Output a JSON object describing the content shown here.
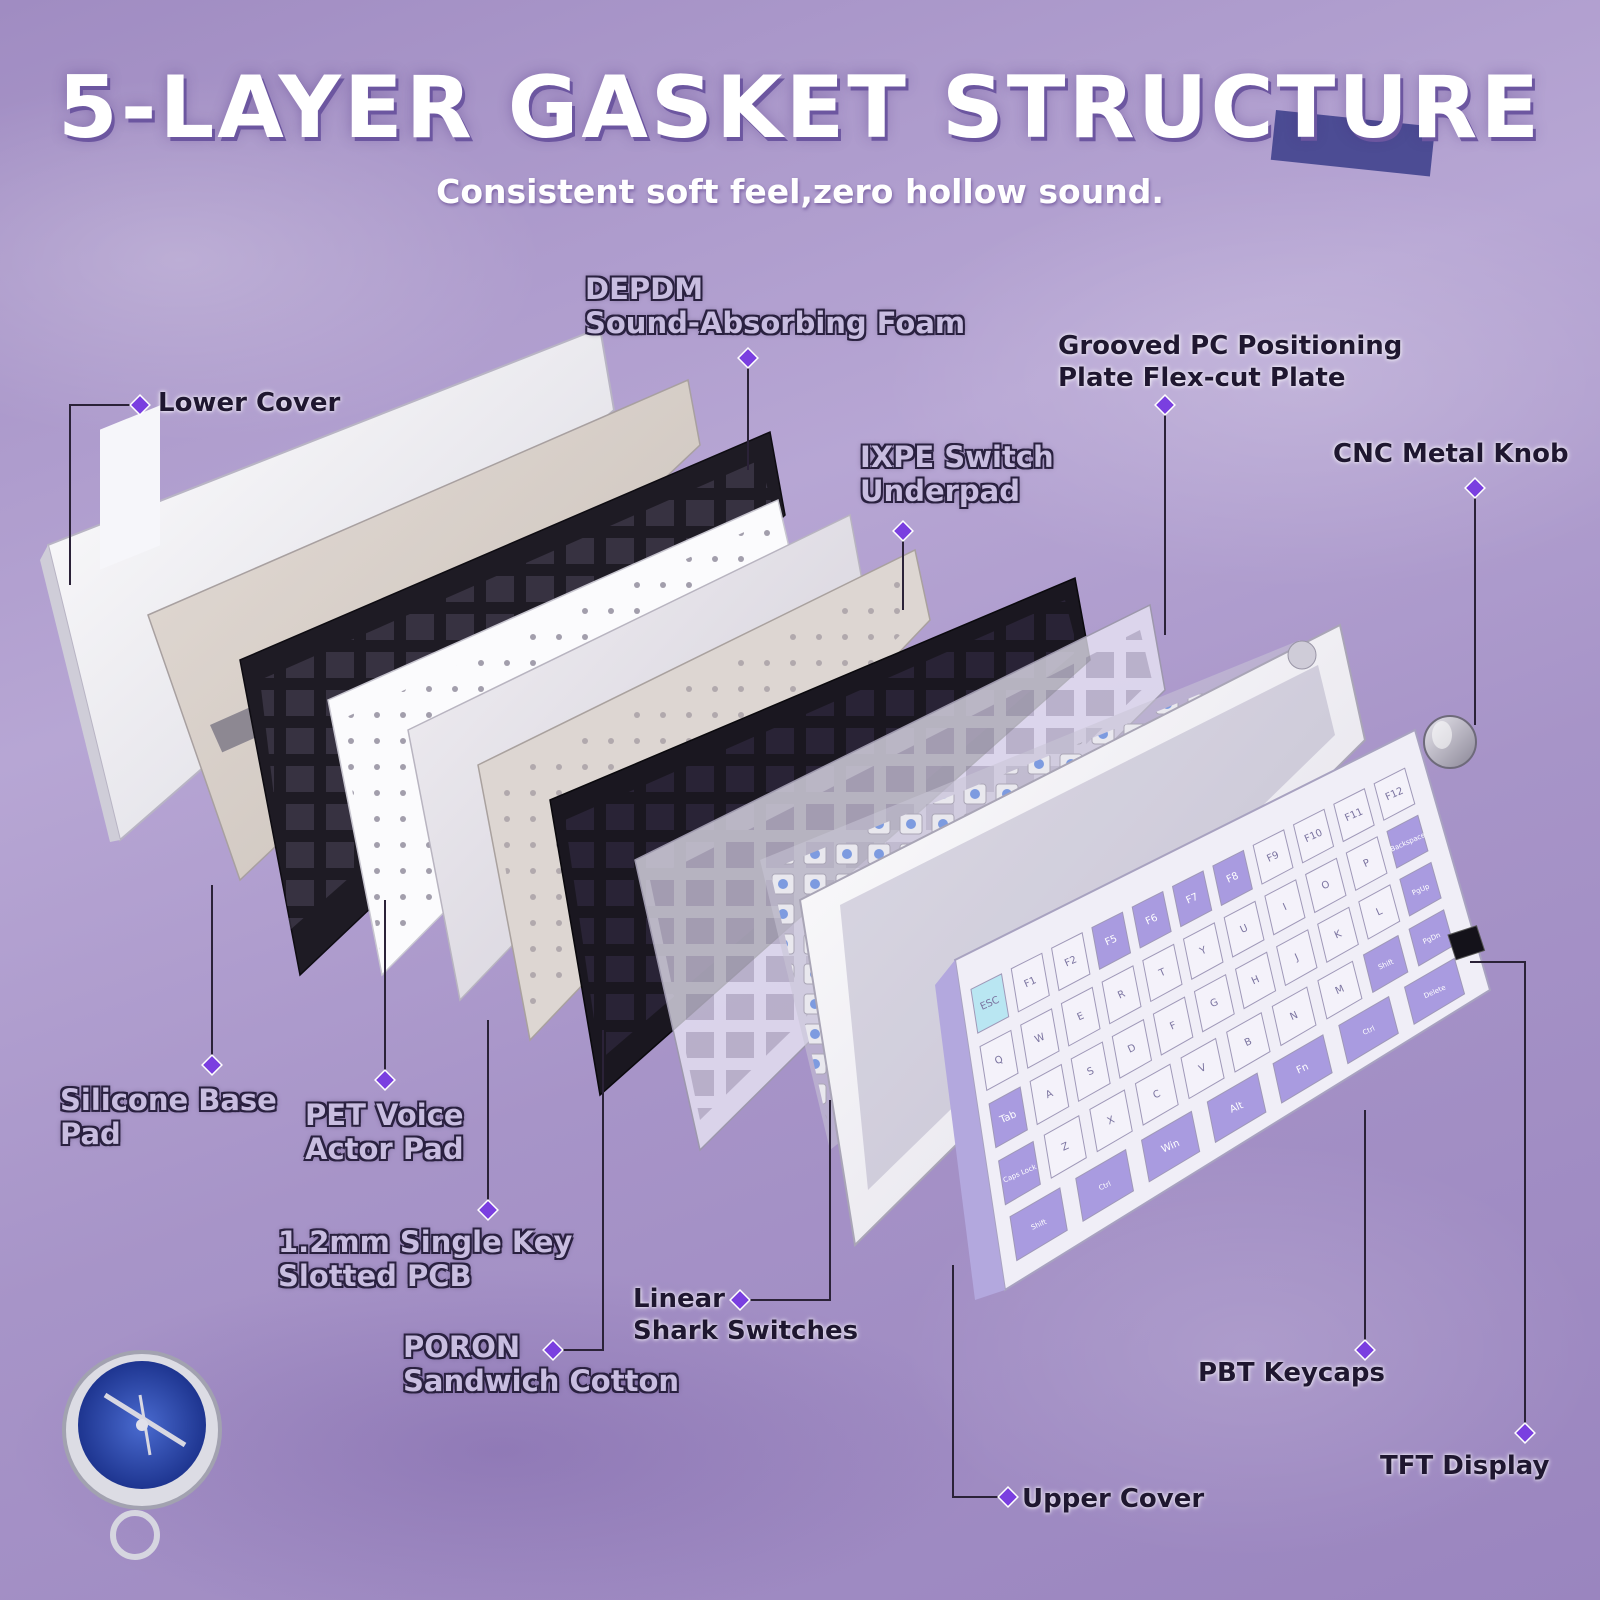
{
  "title": "5-LAYER GASKET STRUCTURE",
  "subtitle": "Consistent soft feel,zero hollow sound.",
  "labels": {
    "lower_cover": "Lower Cover",
    "depdm_1": "DEPDM",
    "depdm_2": "Sound-Absorbing Foam",
    "grooved_1": "Grooved PC Positioning",
    "grooved_2": "Plate Flex-cut Plate",
    "ixpe_1": "IXPE Switch",
    "ixpe_2": "Underpad",
    "knob": "CNC Metal Knob",
    "silicone_1": "Silicone Base",
    "silicone_2": "Pad",
    "pet_1": "PET Voice",
    "pet_2": "Actor Pad",
    "pcb_1": "1.2mm Single Key",
    "pcb_2": "Slotted PCB",
    "poron_1": "PORON",
    "poron_2": "Sandwich Cotton",
    "linear_1": "Linear",
    "linear_2": "Shark Switches",
    "keycaps": "PBT Keycaps",
    "tft": "TFT Display",
    "upper_cover": "Upper Cover"
  },
  "keys": {
    "esc": "ESC",
    "f1": "F1",
    "f2": "F2",
    "f5": "F5",
    "f6": "F6",
    "f7": "F7",
    "f8": "F8",
    "f9": "F9",
    "f10": "F10",
    "f11": "F11",
    "f12": "F12",
    "backspace": "Backspace",
    "tab": "Tab",
    "caps": "Caps Lock",
    "shift_l": "Shift",
    "shift_r": "Shift",
    "ctrl_l": "Ctrl",
    "ctrl_r": "Ctrl",
    "win": "Win",
    "alt": "Alt",
    "fn": "Fn",
    "q": "Q",
    "w": "W",
    "e": "E",
    "r": "R",
    "t": "T",
    "y": "Y",
    "u": "U",
    "i": "I",
    "o": "O",
    "p": "P",
    "a": "A",
    "s": "S",
    "d": "D",
    "f": "F",
    "g": "G",
    "h": "H",
    "j": "J",
    "k": "K",
    "l": "L",
    "z": "Z",
    "x": "X",
    "c": "C",
    "v": "V",
    "b": "B",
    "n": "N",
    "m": "M",
    "pgup": "PgUp",
    "pgdn": "PgDn",
    "del": "Delete"
  },
  "colors": {
    "accent": "#7a3fe0",
    "keycap_purple": "#a99be0",
    "keycap_white": "#f4f2fa",
    "keycap_blue": "#b9e6f2"
  }
}
